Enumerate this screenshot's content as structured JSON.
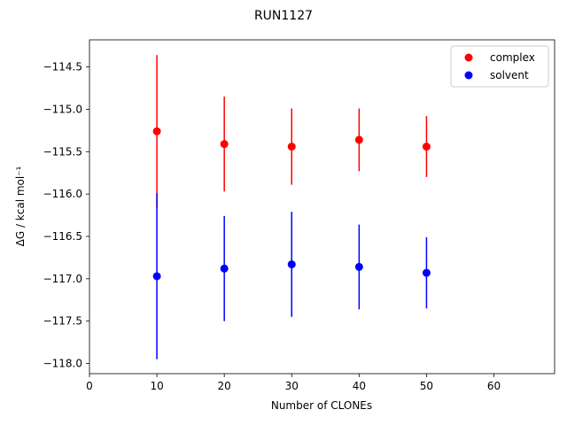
{
  "chart_data": {
    "type": "scatter",
    "title": "RUN1127",
    "xlabel": "Number of CLONEs",
    "ylabel": "ΔG / kcal mol⁻¹",
    "xlim": [
      0,
      69
    ],
    "ylim": [
      -118.12,
      -114.18
    ],
    "xticks": [
      0,
      10,
      20,
      30,
      40,
      50,
      60
    ],
    "yticks": [
      -118.0,
      -117.5,
      -117.0,
      -116.5,
      -116.0,
      -115.5,
      -115.0,
      -114.5
    ],
    "xtick_labels": [
      "0",
      "10",
      "20",
      "30",
      "40",
      "50",
      "60"
    ],
    "ytick_labels": [
      "−118.0",
      "−117.5",
      "−117.0",
      "−116.5",
      "−116.0",
      "−115.5",
      "−115.0",
      "−114.5"
    ],
    "grid": false,
    "legend_position": "top-right",
    "series": [
      {
        "name": "complex",
        "color": "#ff0000",
        "x": [
          10,
          20,
          30,
          40,
          50
        ],
        "y": [
          -115.26,
          -115.41,
          -115.44,
          -115.36,
          -115.44
        ],
        "err": [
          0.9,
          0.56,
          0.45,
          0.37,
          0.36
        ]
      },
      {
        "name": "solvent",
        "color": "#0000ff",
        "x": [
          10,
          20,
          30,
          40,
          50
        ],
        "y": [
          -116.97,
          -116.88,
          -116.83,
          -116.86,
          -116.93
        ],
        "err": [
          0.98,
          0.62,
          0.62,
          0.5,
          0.42
        ]
      }
    ]
  }
}
